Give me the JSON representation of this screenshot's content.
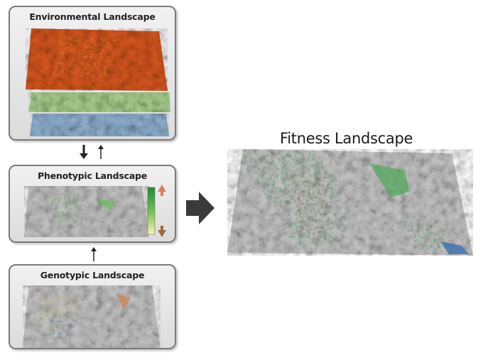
{
  "panels": {
    "environmental": {
      "title": "Environmental Landscape"
    },
    "phenotypic": {
      "title": "Phenotypic Landscape"
    },
    "genotypic": {
      "title": "Genotypic Landscape"
    }
  },
  "fitness": {
    "title": "Fitness Landscape"
  },
  "colors": {
    "panel_border": "#7a7a7a",
    "terrain_gray": "#bdbdbd",
    "layer_red": "#d2541c",
    "layer_green": "#8fc27a",
    "layer_blue": "#7fa3c9",
    "fitness_green": "#2e9a44",
    "fitness_brown": "#9a6a4a",
    "arrow_dark": "#3a3a3a"
  },
  "legend": {
    "top_icon": "up-arrow-icon",
    "bottom_icon": "down-arrow-icon"
  }
}
